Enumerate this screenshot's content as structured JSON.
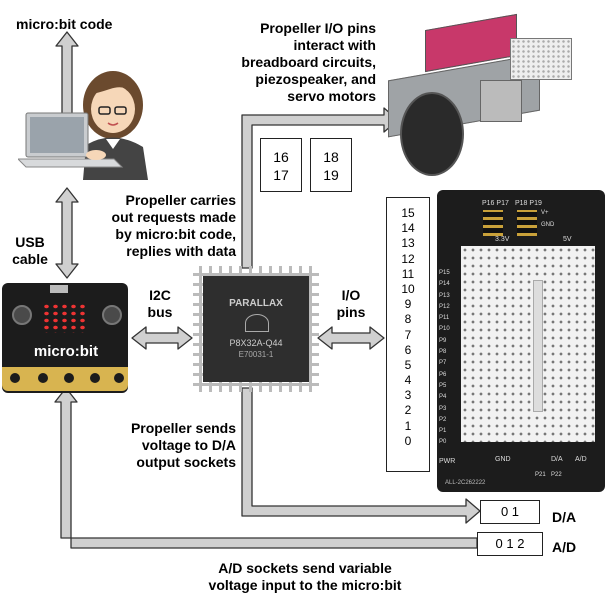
{
  "labels": {
    "microbit_code": "micro:bit code",
    "usb_cable": "USB\ncable",
    "i2c_bus": "I2C\nbus",
    "io_pins": "I/O\npins",
    "propeller_io": "Propeller I/O pins\ninteract with\nbreadboard circuits,\npiezospeaker, and\nservo motors",
    "propeller_requests": "Propeller carries\nout requests made\nby micro:bit code,\nreplies with data",
    "propeller_sends": "Propeller sends\nvoltage to D/A\noutput sockets",
    "ad_sockets": "A/D sockets send variable\nvoltage input to the micro:bit",
    "da": "D/A",
    "ad": "A/D"
  },
  "servo_pins": [
    "16\n17",
    "18\n19"
  ],
  "io_pin_numbers": [
    "15",
    "14",
    "13",
    "12",
    "11",
    "10",
    "9",
    "8",
    "7",
    "6",
    "5",
    "4",
    "3",
    "2",
    "1",
    "0"
  ],
  "da_sockets": "0 1",
  "ad_sockets_nums": "0 1 2",
  "chip": {
    "brand": "PARALLAX",
    "part": "P8X32A-Q44",
    "line2": "E70031-1"
  },
  "microbit": {
    "logo": "micro:bit"
  },
  "board": {
    "header_left": "P16 P17",
    "header_right": "P18 P19",
    "v_plus": "V+",
    "gnd_small": "GND",
    "rail_33": "3.3V",
    "rail_5": "5V",
    "pin_labels": [
      "P15",
      "P14",
      "P13",
      "P12",
      "P11",
      "P10",
      "P9",
      "P8",
      "P7",
      "P6",
      "P5",
      "P4",
      "P3",
      "P2",
      "P1",
      "P0"
    ],
    "pwr": "PWR",
    "gnd": "GND",
    "da_small": "D/A",
    "ad_small": "A/D",
    "p21": "P21",
    "p22": "P22",
    "part_no": "ALL-2C262222"
  },
  "colors": {
    "arrow_fill": "#d0d0d0",
    "arrow_stroke": "#333333",
    "board_dark": "#1c1c1c",
    "microbit_gold": "#d8b450",
    "chip_body": "#2e2e2e"
  }
}
